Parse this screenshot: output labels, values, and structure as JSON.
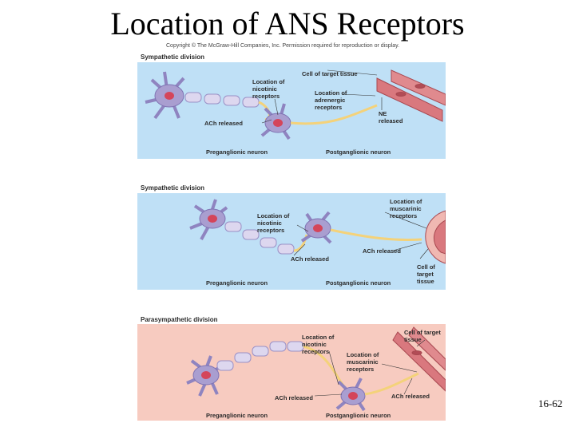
{
  "title": "Location of ANS Receptors",
  "copyright": "Copyright © The McGraw-Hill Companies, Inc. Permission required for reproduction or display.",
  "slide_number": "16-62",
  "colors": {
    "sympathetic_bg": "#bfe0f6",
    "parasympathetic_bg": "#f7cbc0",
    "neuron": "#a99ed0",
    "axon": "#f4d27a",
    "nucleus": "#d4455a",
    "muscle": "#d9787e"
  },
  "panels": [
    {
      "title": "Sympathetic division",
      "labels": {
        "nicotinic": "Location of\nnicotinic\nreceptors",
        "target": "Cell of target tissue",
        "adrenergic": "Location of\nadrenergic\nreceptors",
        "ne": "NE\nreleased",
        "ach": "ACh released",
        "pre": "Preganglionic neuron",
        "post": "Postganglionic neuron"
      }
    },
    {
      "title": "Sympathetic division",
      "labels": {
        "muscarinic": "Location of\nmuscarinic\nreceptors",
        "nicotinic": "Location of\nnicotinic\nreceptors",
        "ach1": "ACh released",
        "ach2": "ACh released",
        "target": "Cell of\ntarget\ntissue",
        "pre": "Preganglionic neuron",
        "post": "Postganglionic neuron"
      }
    },
    {
      "title": "Parasympathetic division",
      "labels": {
        "target": "Cell of target\ntissue",
        "nicotinic": "Location of\nnicotinic\nreceptors",
        "muscarinic": "Location of\nmuscarinic\nreceptors",
        "ach1": "ACh released",
        "ach2": "ACh released",
        "pre": "Preganglionic neuron",
        "post": "Postganglionic neuron"
      }
    }
  ]
}
